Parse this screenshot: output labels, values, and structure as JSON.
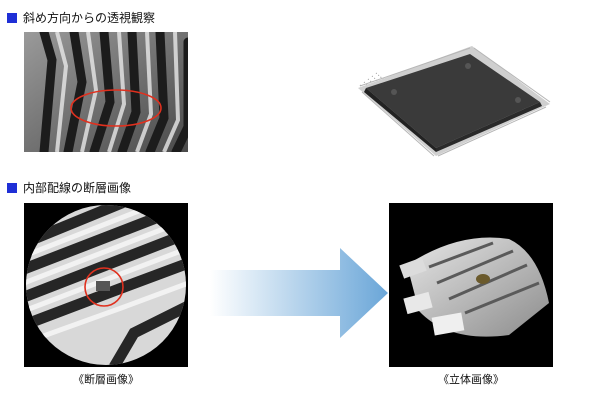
{
  "sections": {
    "oblique": {
      "title": "斜め方向からの透視観察"
    },
    "internal": {
      "title": "内部配線の断層画像"
    }
  },
  "captions": {
    "tomogram": "《断層画像》",
    "volume": "《立体画像》"
  },
  "colors": {
    "heading_square": "#1f2fd6",
    "highlight_circle": "#e0301e",
    "arrow": "#6aa6d8"
  },
  "icons": {
    "heading_bullet": "blue-square-icon",
    "flow": "right-arrow-icon"
  }
}
